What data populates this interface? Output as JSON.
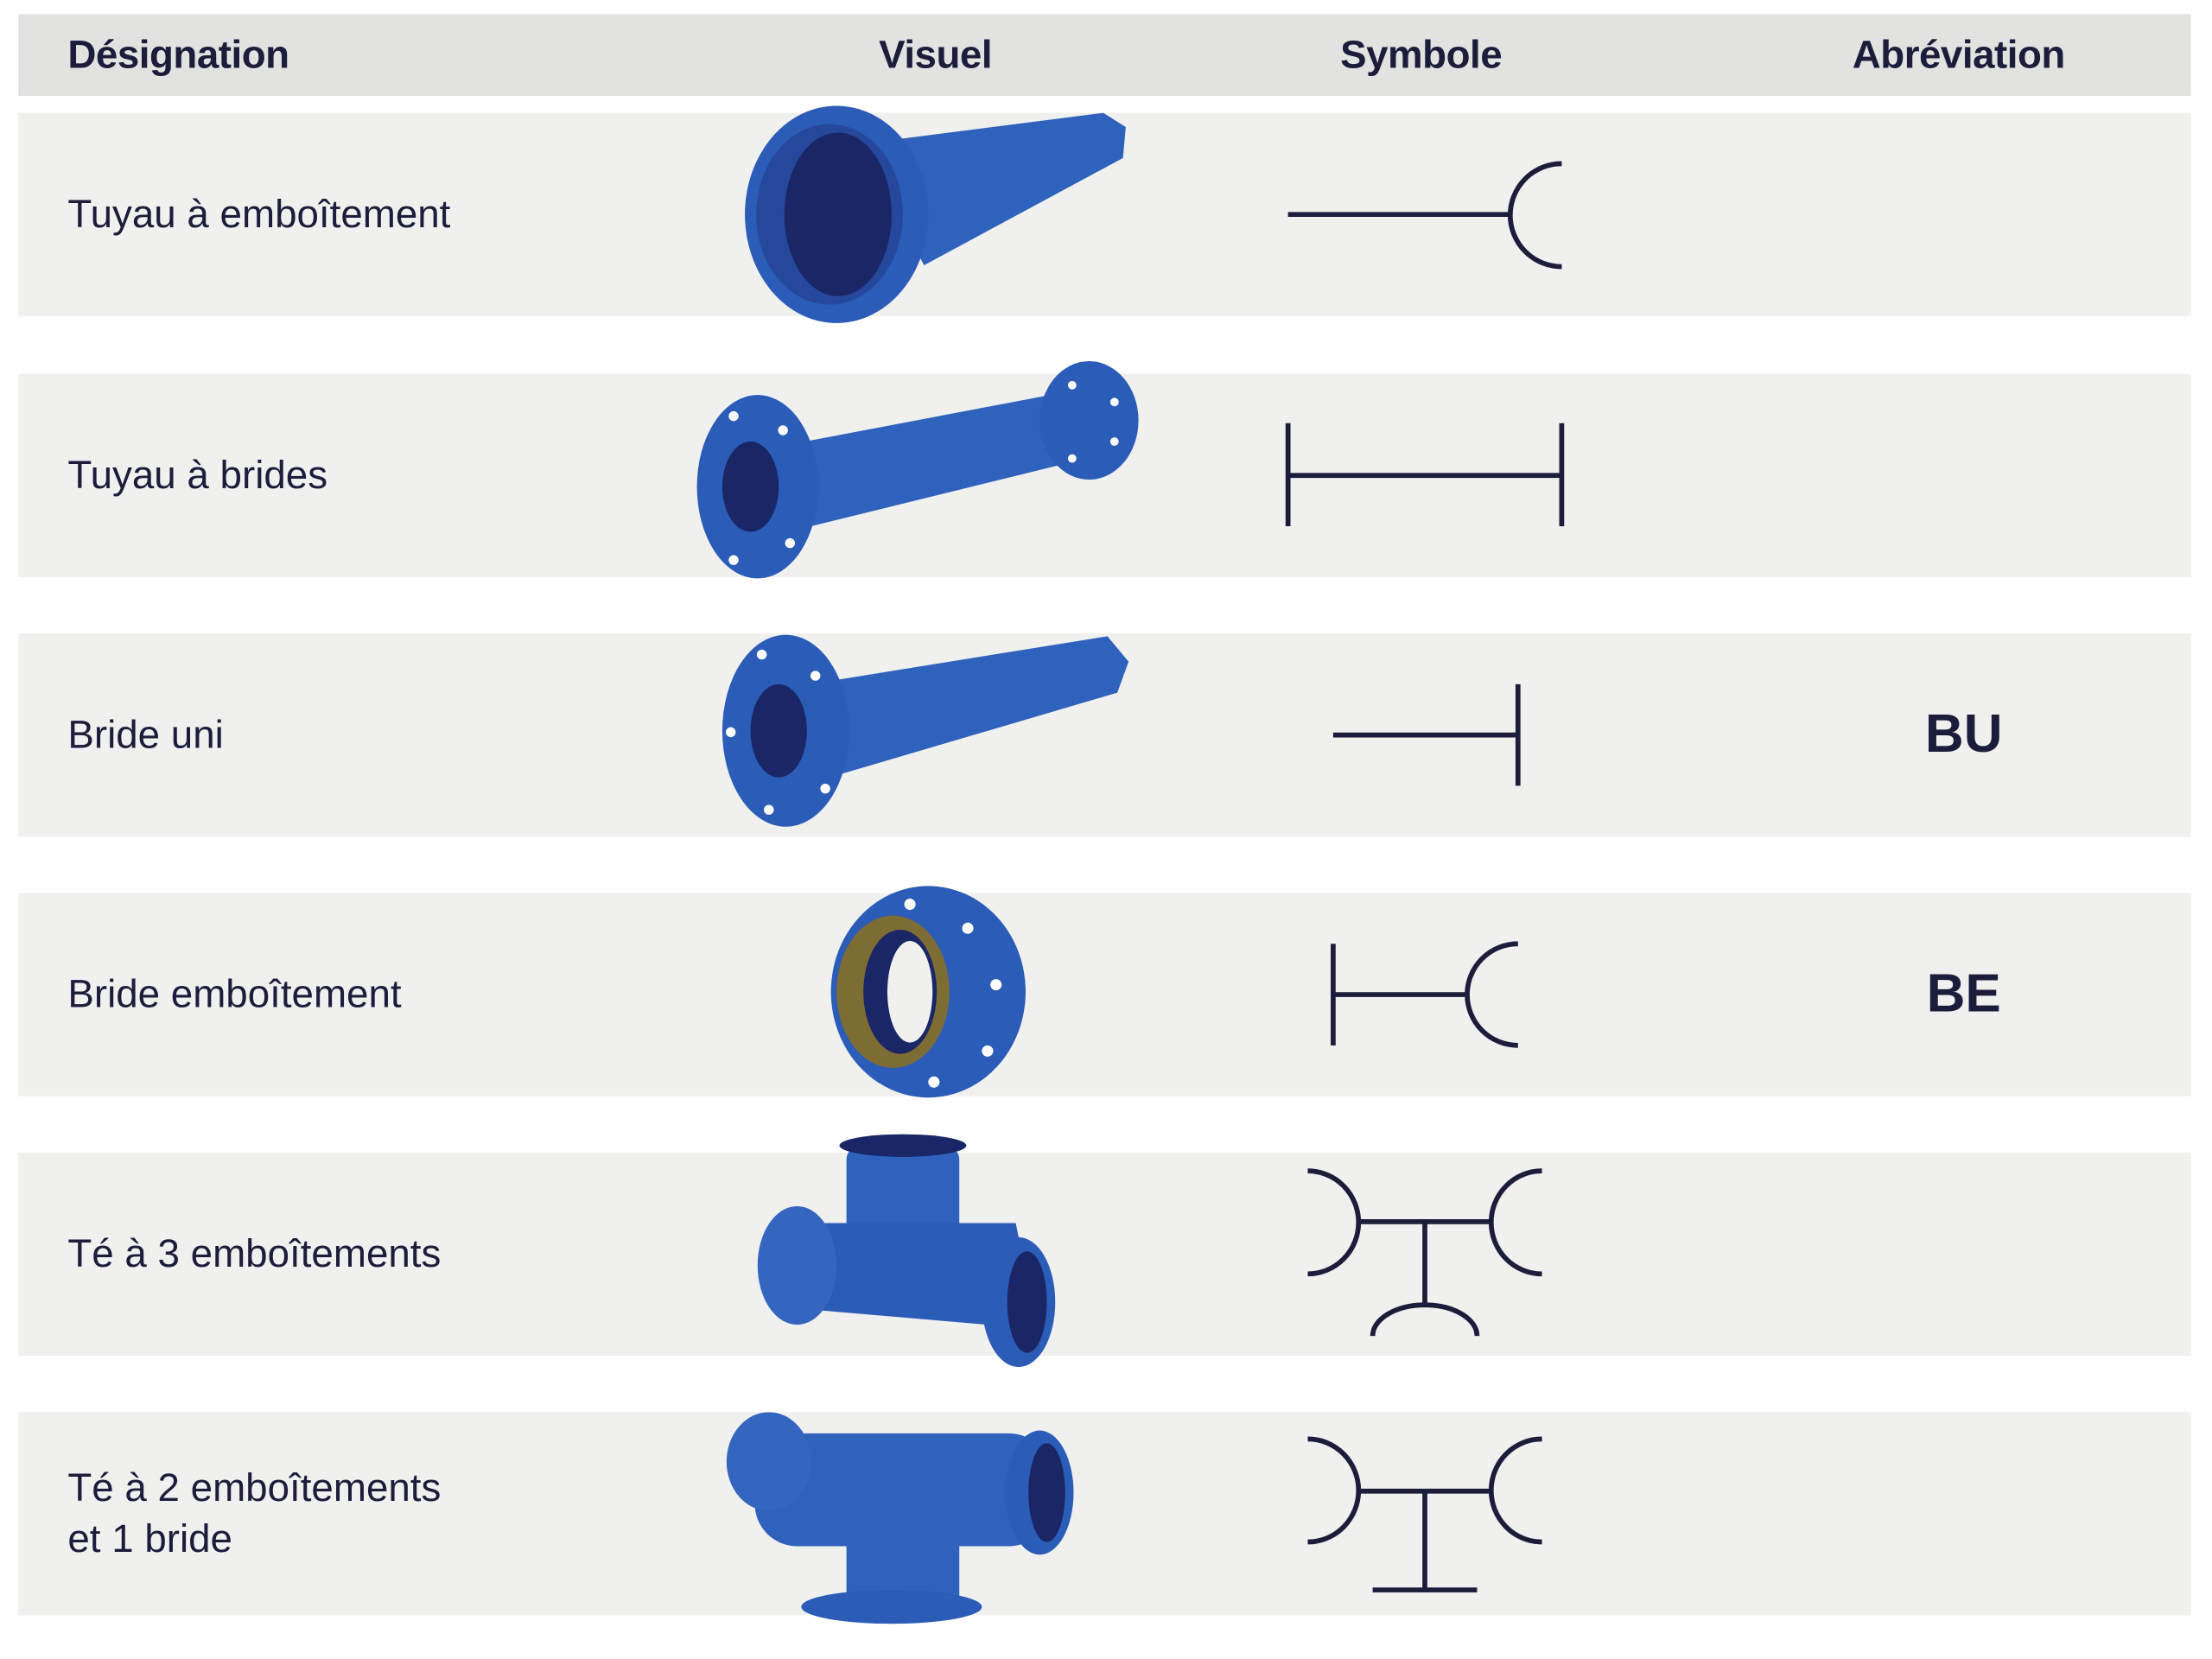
{
  "header": {
    "designation": "Désignation",
    "visual": "Visuel",
    "symbol": "Symbole",
    "abbreviation": "Abréviation"
  },
  "rows": [
    {
      "designation": "Tuyau à emboîtement",
      "abbreviation": "",
      "visual_icon": "socket-pipe-icon",
      "symbol_icon": "socket-symbol-icon"
    },
    {
      "designation": "Tuyau à brides",
      "abbreviation": "",
      "visual_icon": "flanged-pipe-icon",
      "symbol_icon": "double-flange-symbol-icon"
    },
    {
      "designation": "Bride uni",
      "abbreviation": "BU",
      "visual_icon": "flange-spigot-icon",
      "symbol_icon": "flange-spigot-symbol-icon"
    },
    {
      "designation": "Bride emboîtement",
      "abbreviation": "BE",
      "visual_icon": "flange-socket-icon",
      "symbol_icon": "flange-socket-symbol-icon"
    },
    {
      "designation": "Té à 3 emboîtements",
      "abbreviation": "",
      "visual_icon": "tee-three-sockets-icon",
      "symbol_icon": "tee-three-sockets-symbol-icon"
    },
    {
      "designation": "Té à 2 emboîtements\net 1 bride",
      "abbreviation": "",
      "visual_icon": "tee-two-sockets-flange-icon",
      "symbol_icon": "tee-two-sockets-flange-symbol-icon"
    }
  ],
  "colors": {
    "pipe_blue": "#2b5cb8",
    "text": "#1b1d3a",
    "header_bg": "#e2e2e1",
    "row_bg": "#f0f0ef"
  }
}
